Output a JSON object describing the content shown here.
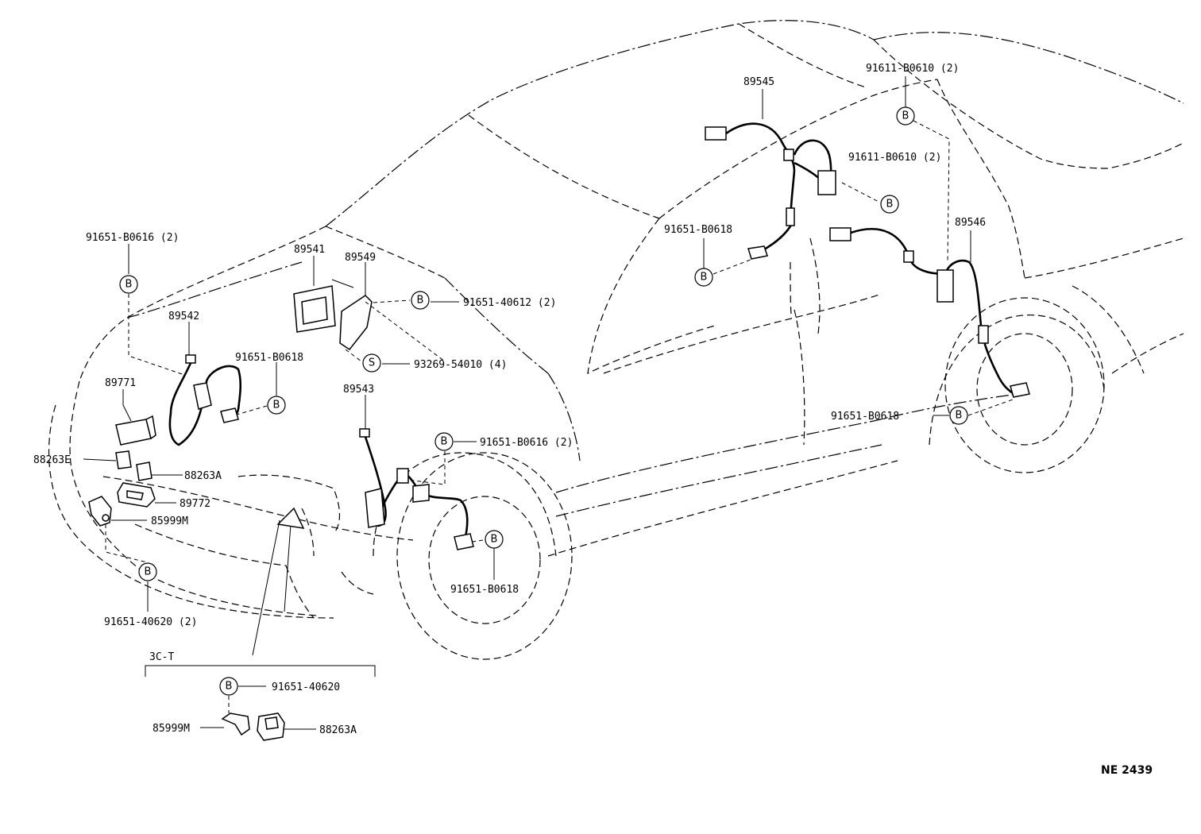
{
  "diagram": {
    "drawing_number": "NE 2439",
    "inset_label": "3C-T",
    "callouts": {
      "p89545": "89545",
      "p91611_top": "91611-B0610 (2)",
      "p91611_mid": "91611-B0610 (2)",
      "p91651_b0618_top": "91651-B0618",
      "p89546": "89546",
      "p91651_b0616_left": "91651-B0616 (2)",
      "p89541": "89541",
      "p89549": "89549",
      "p91651_40612": "91651-40612 (2)",
      "p89542": "89542",
      "p93269": "93269-54010 (4)",
      "p91651_b0618_mid": "91651-B0618",
      "p89771": "89771",
      "p89543": "89543",
      "p91651_b0618_right": "91651-B0618",
      "p91651_b0616_center": "91651-B0616 (2)",
      "p88263e": "88263E",
      "p88263a": "88263A",
      "p89772": "89772",
      "p85999m": "85999M",
      "p91651_b0618_bottom": "91651-B0618",
      "p91651_40620_2": "91651-40620 (2)",
      "p91651_40620_inset": "91651-40620",
      "p85999m_inset": "85999M",
      "p88263a_inset": "88263A"
    },
    "symbols": {
      "b": "B",
      "s": "S"
    }
  }
}
